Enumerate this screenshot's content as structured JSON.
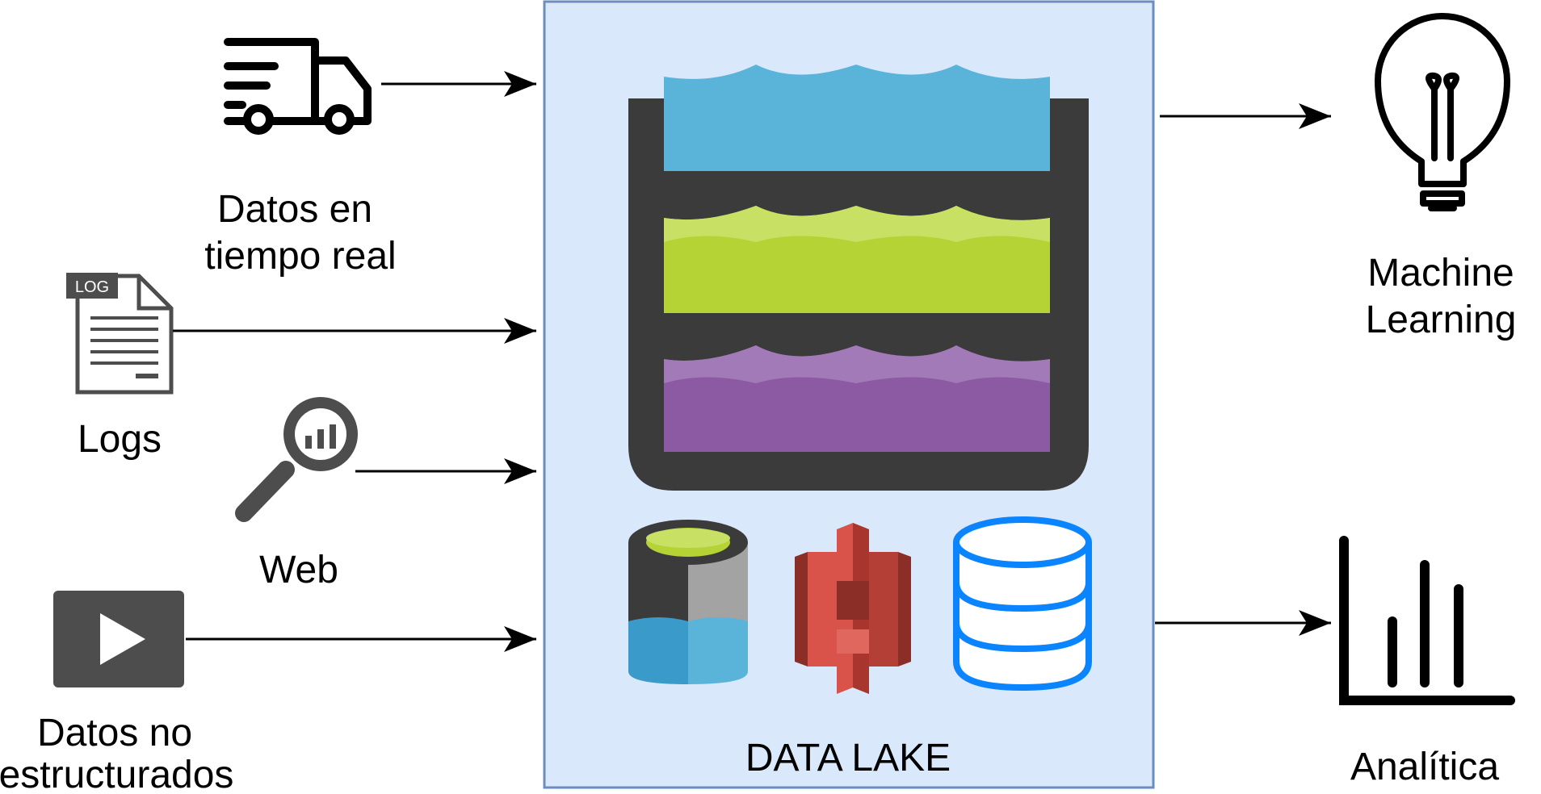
{
  "sources": {
    "realtime": {
      "line1": "Datos en",
      "line2": "tiempo real"
    },
    "logs": {
      "label": "Logs",
      "badge": "LOG"
    },
    "web": {
      "label": "Web"
    },
    "unstructured": {
      "line1": "Datos no",
      "line2": "estructurados"
    }
  },
  "lake": {
    "title": "DATA LAKE",
    "icons": [
      "azure-data-lake-storage-icon",
      "amazon-s3-icon",
      "database-icon"
    ]
  },
  "outputs": {
    "ml": {
      "line1": "Machine",
      "line2": "Learning"
    },
    "analytics": {
      "label": "Analítica"
    }
  },
  "colors": {
    "lake_bg": "#dae8fc",
    "lake_border": "#6c8ebf",
    "basin": "#3b3b3b",
    "water_blue": "#5ab4da",
    "water_green": "#b5d334",
    "water_purple": "#8c5aa3",
    "s3_red": "#d9534a",
    "db_blue": "#0a84ff"
  }
}
